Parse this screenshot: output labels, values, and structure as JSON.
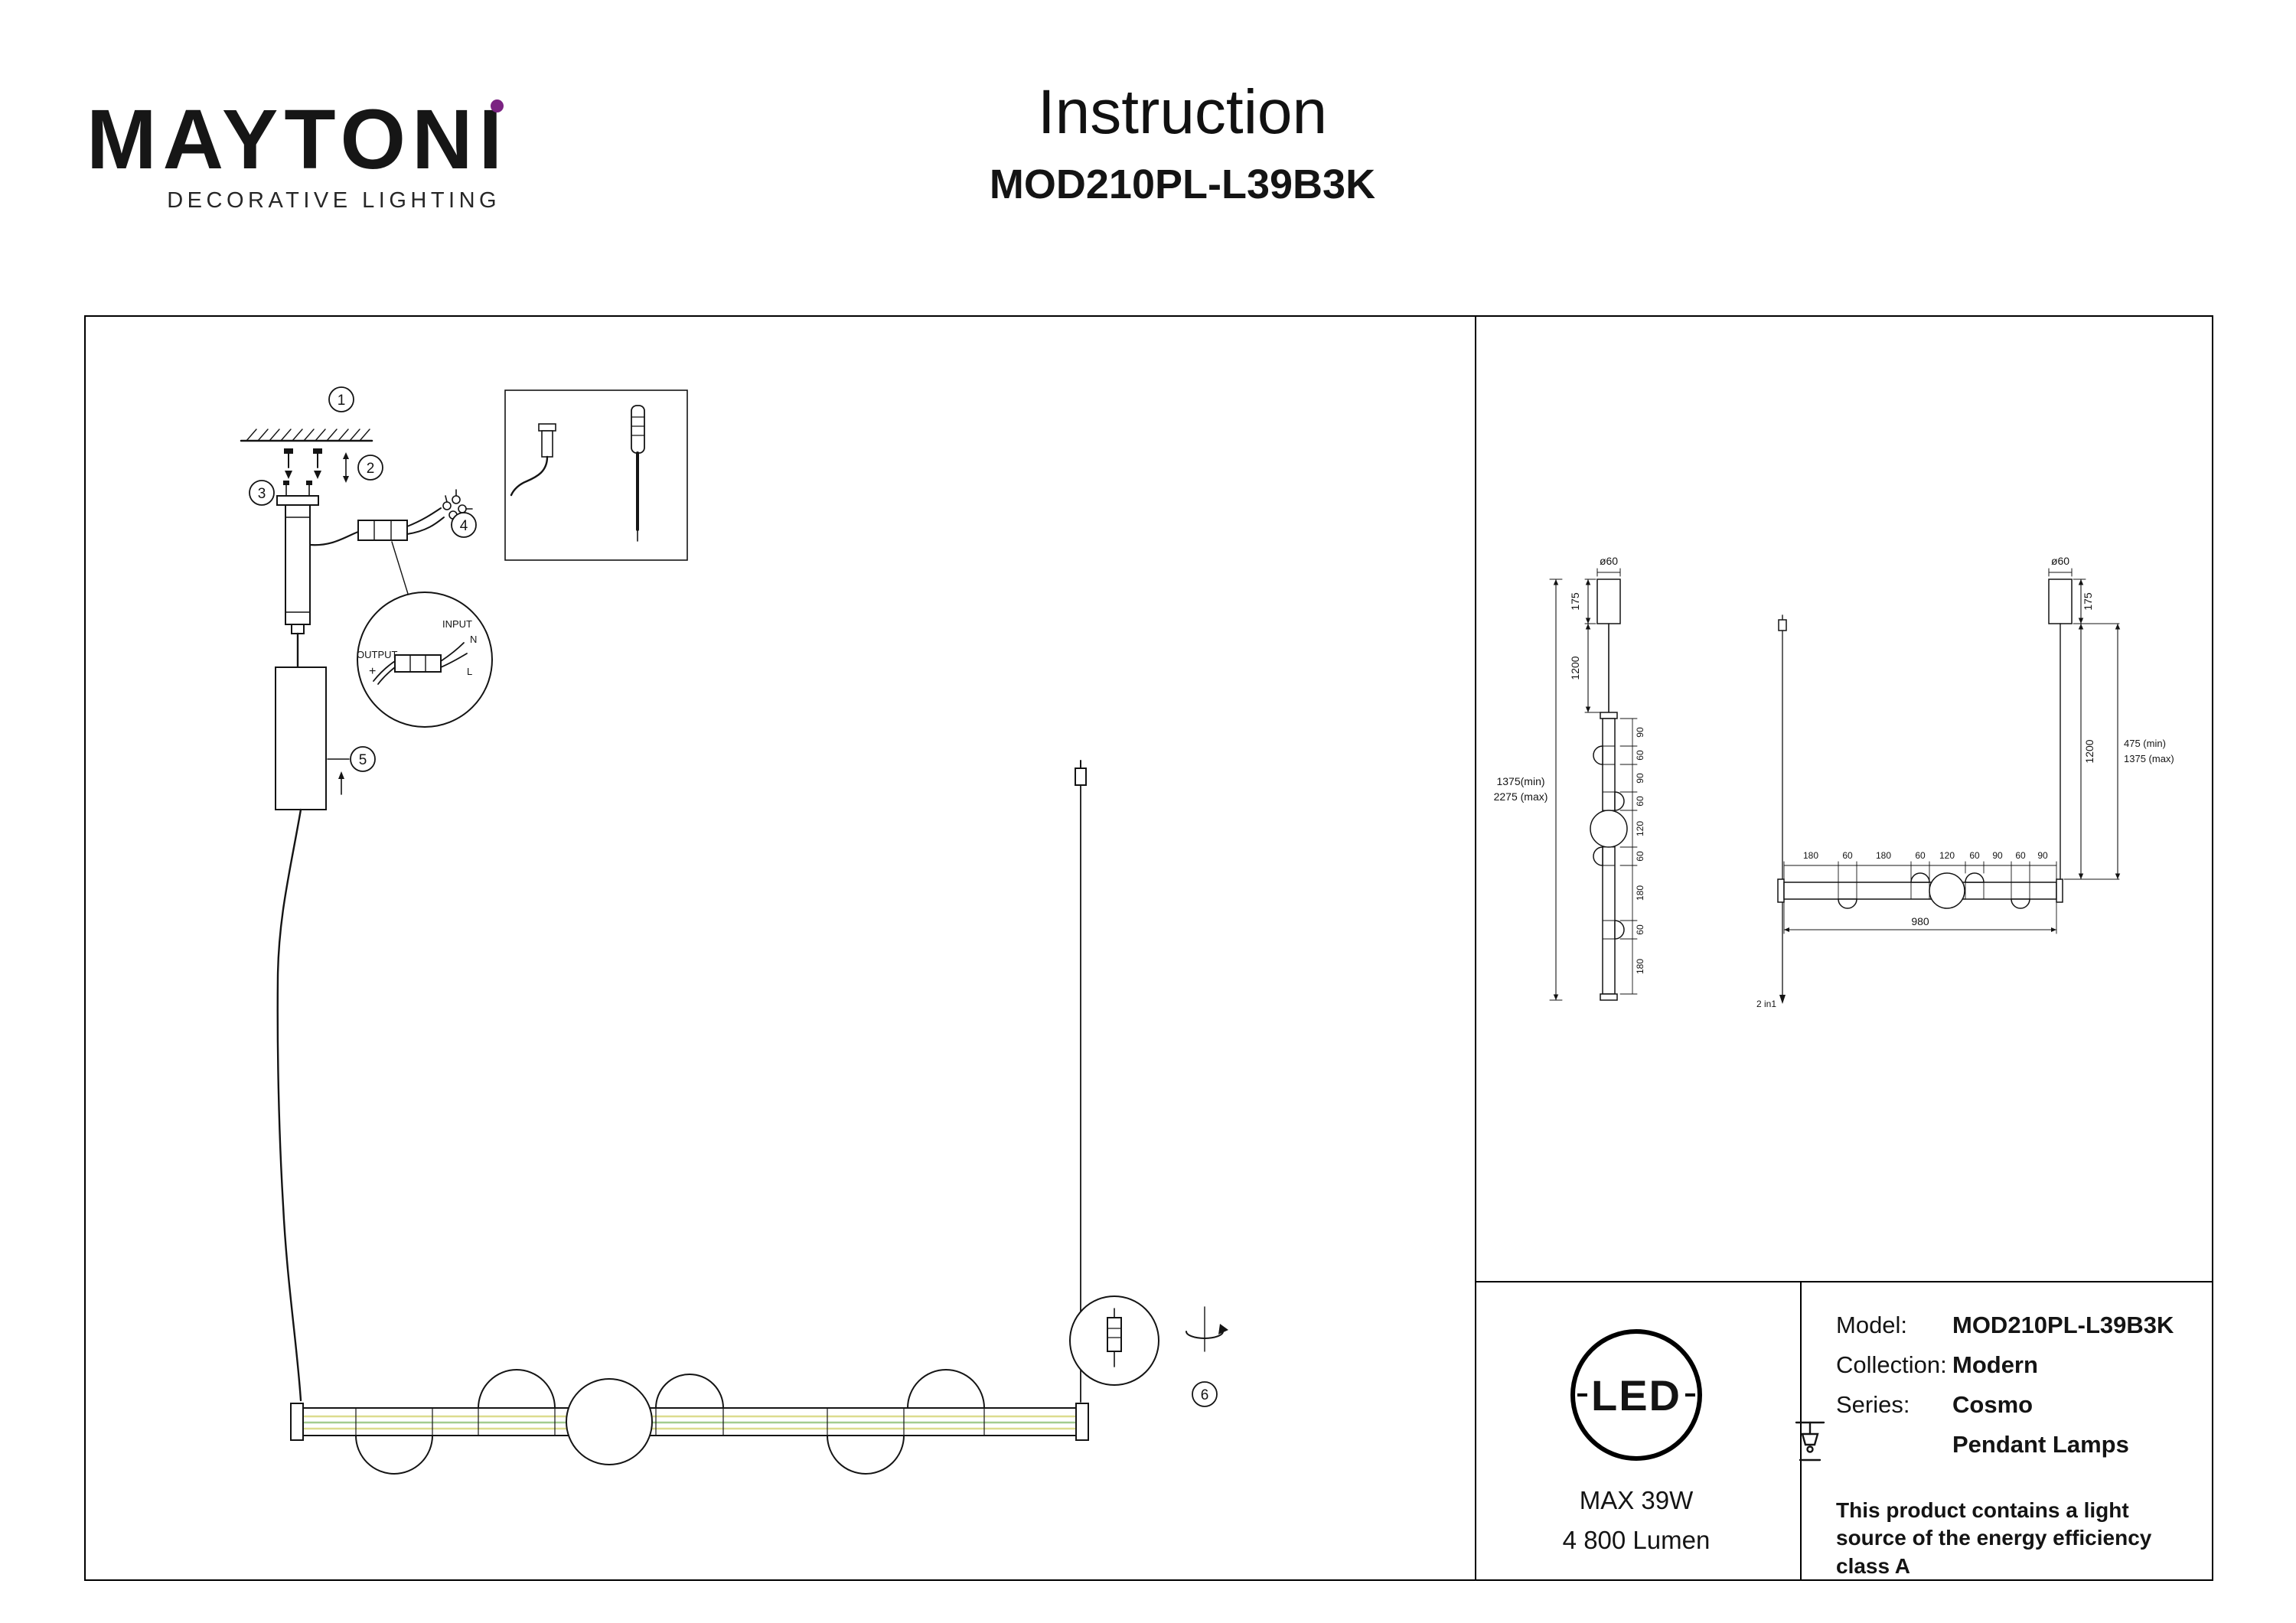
{
  "brand": {
    "name_main": "MAYTON",
    "name_last": "I",
    "tagline": "DECORATIVE LIGHTING"
  },
  "header": {
    "title": "Instruction",
    "model": "MOD210PL-L39B3K"
  },
  "install": {
    "steps": [
      "1",
      "2",
      "3",
      "4",
      "5",
      "6"
    ],
    "wiring": {
      "input_label": "INPUT",
      "n_label": "N",
      "output_label": "OUTPUT",
      "plus_label": "+",
      "l_label": "L"
    }
  },
  "dimensions": {
    "vertical_view": {
      "diameter": "ø60",
      "canopy_height": "175",
      "cable_length": "1200",
      "overall_min": "1375(min)",
      "overall_max": "2275 (max)",
      "segments": [
        "90",
        "60",
        "90",
        "60",
        "120",
        "60",
        "180",
        "60",
        "180"
      ]
    },
    "horizontal_view": {
      "diameter": "ø60",
      "canopy_height": "175",
      "cable_length": "1200",
      "drop_min": "475 (min)",
      "drop_max": "1375 (max)",
      "segments": [
        "180",
        "60",
        "180",
        "60",
        "120",
        "60",
        "90",
        "60",
        "90"
      ],
      "lamp_width": "980",
      "cable_note": "2 in1"
    }
  },
  "badge": {
    "led": "LED",
    "max_power": "MAX 39W",
    "luminous_flux": "4 800 Lumen"
  },
  "specs": {
    "model_label": "Model:",
    "model_value": "MOD210PL-L39B3K",
    "collection_label": "Collection:",
    "collection_value": "Modern",
    "series_label": "Series:",
    "series_value": "Cosmo",
    "type_value": "Pendant Lamps",
    "note": "This product contains a light source of the energy efficiency class A"
  }
}
